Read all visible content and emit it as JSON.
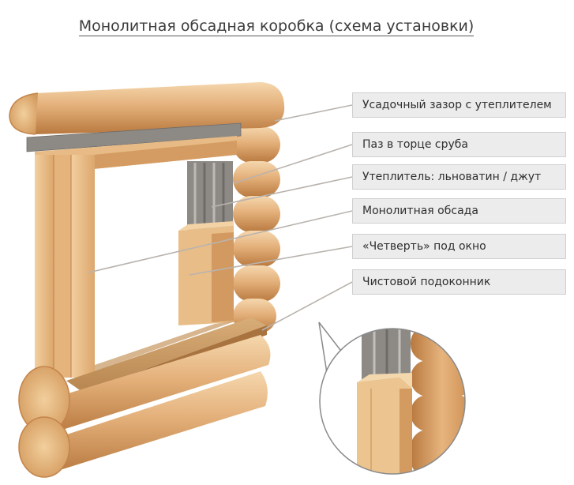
{
  "title": "Монолитная обсадная коробка (схема установки)",
  "labels": [
    "Усадочный зазор с утеплителем",
    "Паз в торце сруба",
    "Утеплитель: льноватин / джут",
    "Монолитная обсада",
    "«Четверть» под окно",
    "Чистовой подоконник"
  ],
  "colors": {
    "wood_light": "#efc895",
    "wood_mid": "#dca56a",
    "wood_dark": "#b6763c",
    "insulation": "#8d8a86",
    "callout_line": "#b9b3ae",
    "label_bg": "#ececec"
  }
}
